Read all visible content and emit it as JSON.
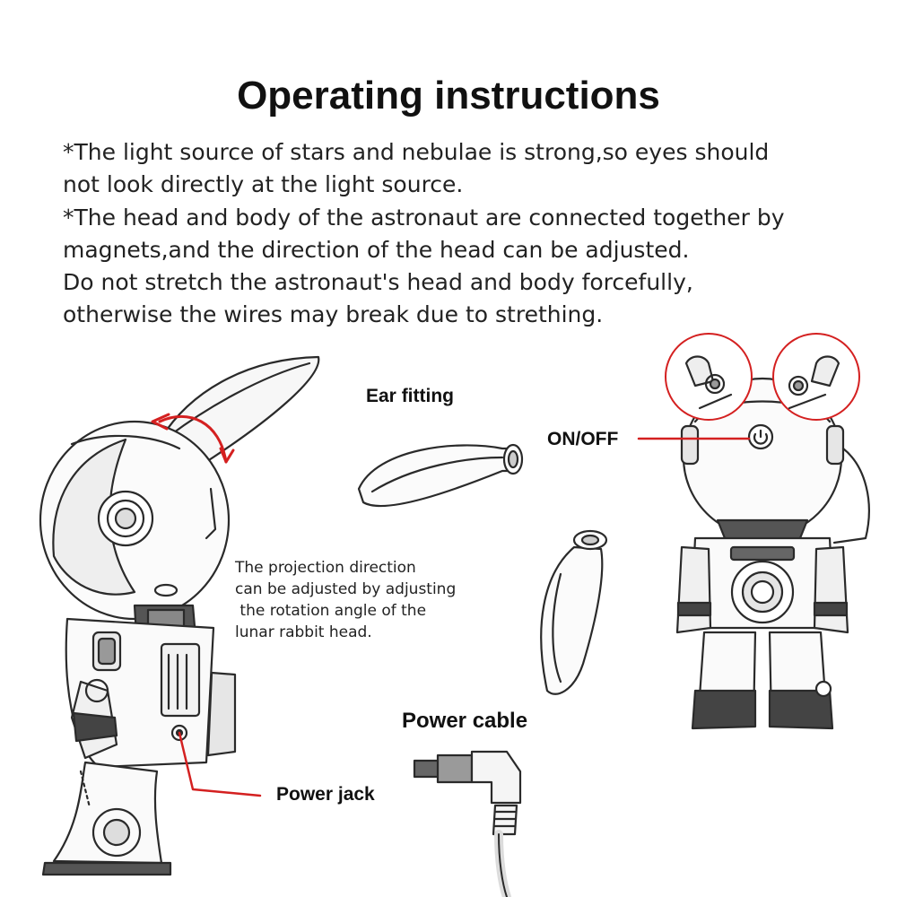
{
  "title": "Operating instructions",
  "warnings": [
    {
      "lines": [
        "*The light source of stars and nebulae is strong,so eyes should",
        "not look directly at the light source."
      ]
    },
    {
      "lines": [
        "*The head and body of the astronaut are connected together by",
        "magnets,and the direction of the head can be adjusted.",
        "Do not stretch the astronaut's head and body forcefully,",
        "otherwise the wires may break due to strething."
      ]
    }
  ],
  "labels": {
    "ear_fitting": "Ear fitting",
    "on_off": "ON/OFF",
    "power_cable": "Power cable",
    "power_jack": "Power jack"
  },
  "projection_note": [
    "The projection direction",
    "can be adjusted by adjusting",
    " the rotation angle of the",
    "lunar rabbit head."
  ],
  "colors": {
    "accent_red": "#d42020",
    "line_art": "#2a2a2a",
    "shade": "#8a8a8a"
  }
}
